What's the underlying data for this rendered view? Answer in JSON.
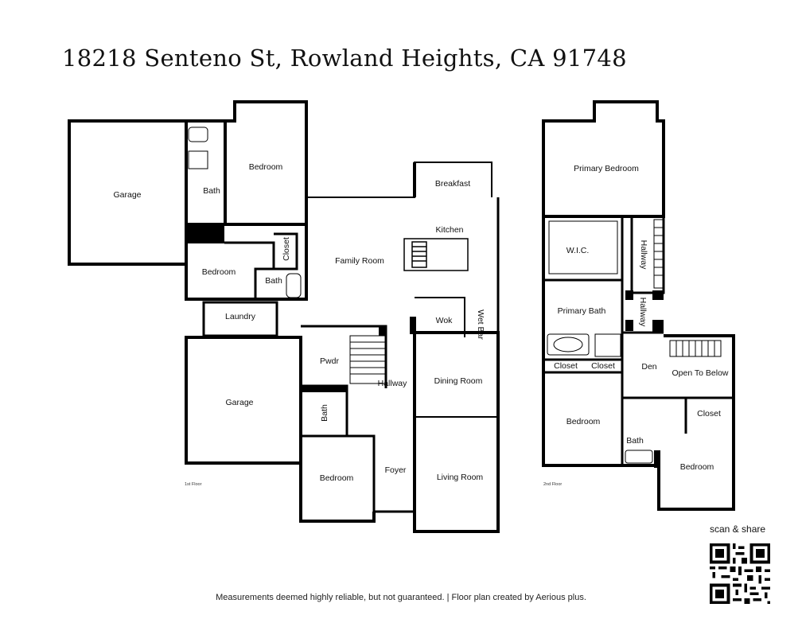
{
  "title": "18218 Senteno St, Rowland Heights, CA 91748",
  "floors": {
    "first": {
      "label": "1st Floor",
      "rooms": {
        "garage_top": "Garage",
        "bath_1": "Bath",
        "bedroom_1": "Bedroom",
        "bedroom_2": "Bedroom",
        "closet_1": "Closet",
        "bath_2": "Bath",
        "family_room": "Family Room",
        "breakfast": "Breakfast",
        "kitchen": "Kitchen",
        "wok": "Wok",
        "wet_bar": "Wet Bar",
        "laundry": "Laundry",
        "garage_bottom": "Garage",
        "pwdr": "Pwdr",
        "hallway": "Hallway",
        "bath_3": "Bath",
        "dining_room": "Dining Room",
        "bedroom_3": "Bedroom",
        "foyer": "Foyer",
        "living_room": "Living Room"
      }
    },
    "second": {
      "label": "2nd Floor",
      "rooms": {
        "primary_bedroom": "Primary Bedroom",
        "wic": "W.I.C.",
        "hallway_1": "Hallway",
        "primary_bath": "Primary Bath",
        "hallway_2": "Hallway",
        "closet_1": "Closet",
        "closet_2": "Closet",
        "den": "Den",
        "open_to_below": "Open To Below",
        "bedroom_1": "Bedroom",
        "closet_3": "Closet",
        "bath": "Bath",
        "bedroom_2": "Bedroom"
      }
    }
  },
  "scan_share": "scan & share",
  "footer": "Measurements deemed highly reliable, but not guaranteed.  |  Floor plan created by Aerious plus."
}
